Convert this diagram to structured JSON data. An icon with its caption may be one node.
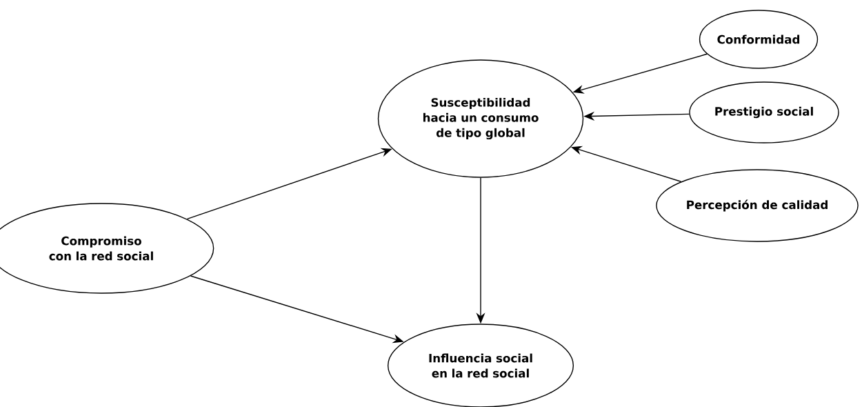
{
  "diagram": {
    "nodes": [
      {
        "text": [
          "Conformidad"
        ]
      },
      {
        "text": [
          "Susceptibilidad hacia un consumo de tipo global"
        ]
      },
      {
        "text": [
          "Prestigio social"
        ]
      },
      {
        "text": [
          "Percepción de calidad"
        ]
      },
      {
        "text": [
          "Compromiso con la red social"
        ]
      },
      {
        "text": [
          "Influencia social en la red social"
        ]
      }
    ],
    "edges": [
      {
        "from": 0,
        "to": 1,
        "arrow": "to"
      },
      {
        "from": 2,
        "to": 1,
        "arrow": "to"
      },
      {
        "from": 3,
        "to": 1,
        "arrow": "to"
      },
      {
        "from": 4,
        "to": 1,
        "arrow": "to"
      },
      {
        "from": 4,
        "to": 5,
        "arrow": "to"
      },
      {
        "from": 1,
        "to": 5,
        "arrow": "to"
      }
    ]
  }
}
